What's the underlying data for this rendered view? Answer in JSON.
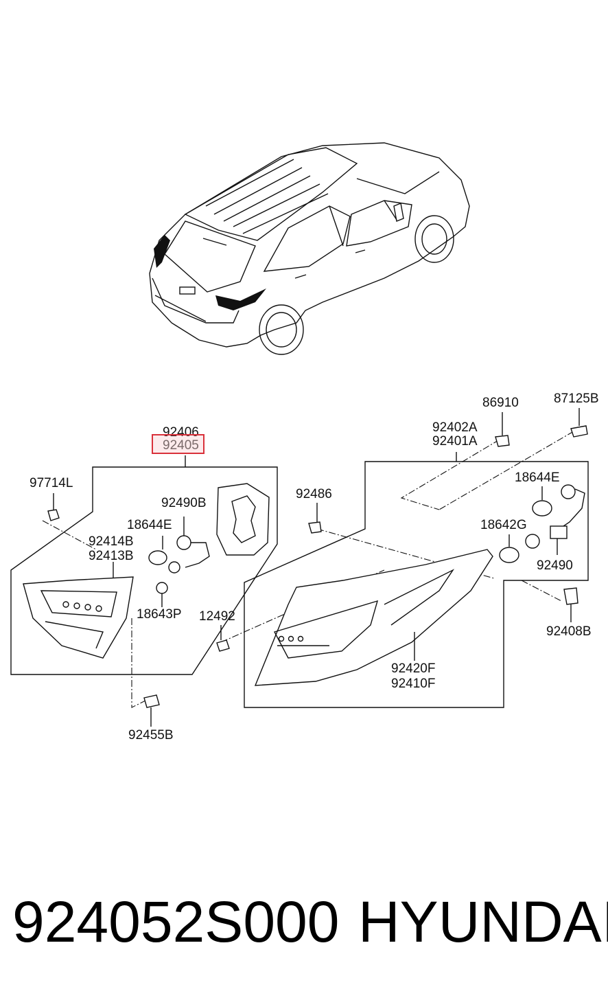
{
  "highlighted_part": "92405",
  "labels": {
    "l92406": "92406",
    "l92405": "92405",
    "l97714L": "97714L",
    "l92490B": "92490B",
    "l18644E_left": "18644E",
    "l92414B": "92414B",
    "l92413B": "92413B",
    "l18643P": "18643P",
    "l92455B": "92455B",
    "l12492": "12492",
    "l92486": "92486",
    "l86910": "86910",
    "l87125B": "87125B",
    "l92402A": "92402A",
    "l92401A": "92401A",
    "l18644E_right": "18644E",
    "l18642G": "18642G",
    "l92490": "92490",
    "l92408B": "92408B",
    "l92420F": "92420F",
    "l92410F": "92410F"
  },
  "footer": {
    "part_number": "924052S000",
    "brand": "HYUNDAI"
  },
  "colors": {
    "highlight_border": "#d9303a",
    "line": "#111111",
    "background": "#ffffff"
  }
}
